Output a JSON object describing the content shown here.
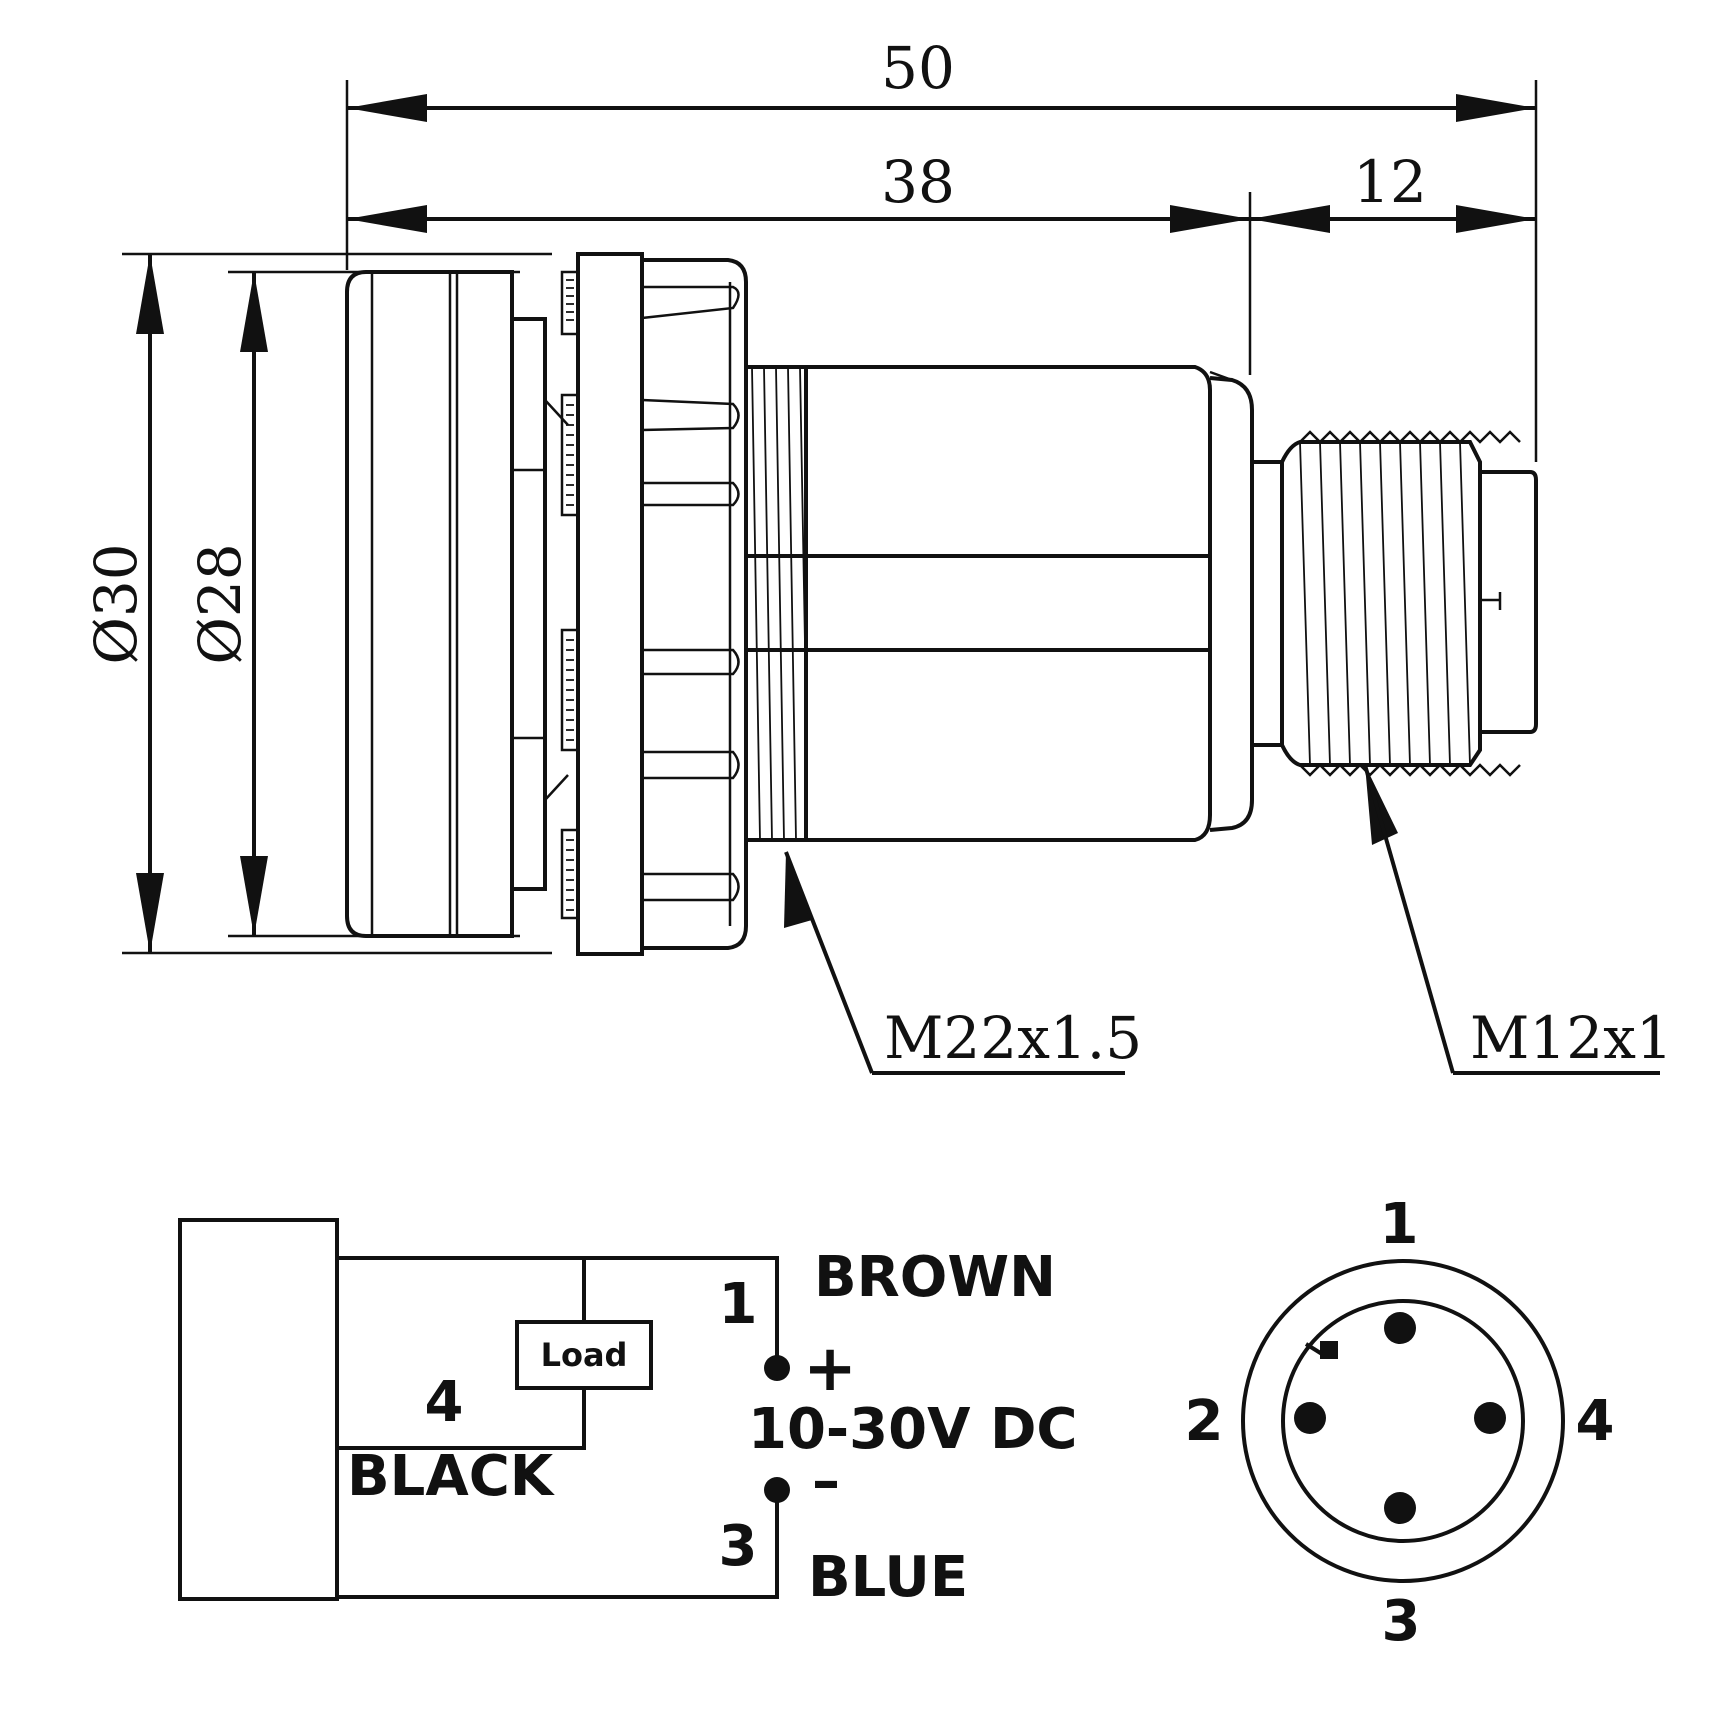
{
  "dimensions": {
    "overall_length": "50",
    "body_length": "38",
    "connector_length": "12",
    "outer_diameter": "Ø30",
    "inner_diameter": "Ø28",
    "body_thread": "M22x1.5",
    "connector_thread": "M12x1"
  },
  "wiring": {
    "pin1_number": "1",
    "pin1_color": "BROWN",
    "pin3_number": "3",
    "pin3_color": "BLUE",
    "pin4_number": "4",
    "pin4_color": "BLACK",
    "load_label": "Load",
    "plus_sign": "+",
    "minus_sign": "–",
    "supply_label": "10-30V DC"
  },
  "connector_pinout": {
    "pin_top": "1",
    "pin_left": "2",
    "pin_bottom": "3",
    "pin_right": "4"
  }
}
